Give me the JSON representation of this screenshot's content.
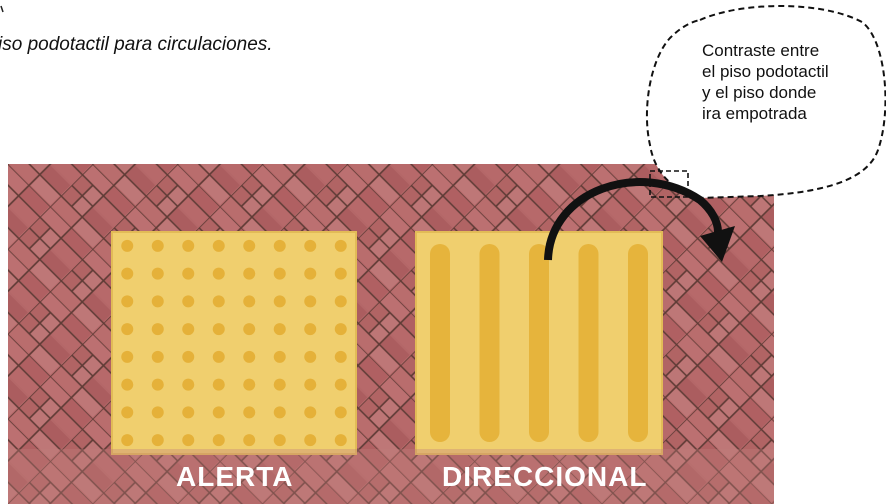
{
  "caption": "iso podotactil para circulaciones.",
  "tiles": {
    "alerta_label": "ALERTA",
    "direccional_label": "DIRECCIONAL"
  },
  "callout": {
    "lines": [
      "Contraste entre",
      "el piso podotactil",
      "y el piso donde",
      "ira empotrada"
    ]
  },
  "colors": {
    "brick": "#b86a6b",
    "brick_dark": "#5a3a34",
    "tile": "#f0d070",
    "tile_raised": "#e8b93c"
  }
}
